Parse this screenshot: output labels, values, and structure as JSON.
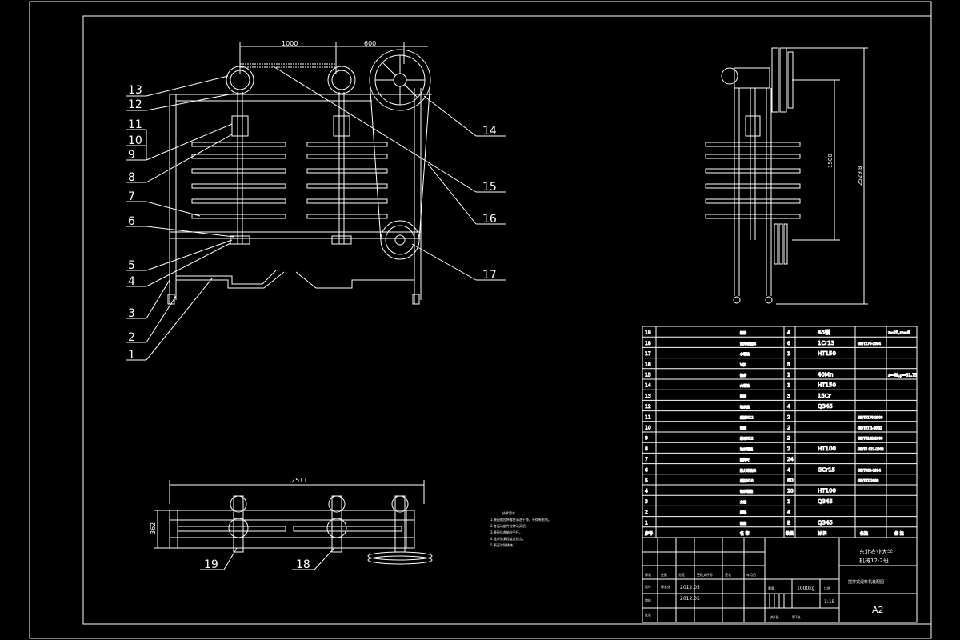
{
  "drawing": {
    "dims": {
      "top_span_a": "1000",
      "top_span_b": "600",
      "side_height_a": "1500",
      "side_height_b": "2529.8",
      "plan_width": "2511",
      "plan_height": "362"
    },
    "callouts_main": [
      "13",
      "12",
      "11",
      "10",
      "9",
      "8",
      "7",
      "6",
      "5",
      "4",
      "3",
      "2",
      "1",
      "14",
      "15",
      "16",
      "17"
    ],
    "callouts_plan": [
      "19",
      "18"
    ],
    "notes": {
      "heading": "技术要求",
      "lines": [
        "1.装配前应将零件清洗干净，不得有毛刺。",
        "2.各运动部件应转动灵活。",
        "3.装配后各轴应平行。",
        "4.链条张紧程度应适当。",
        "5.表面涂防锈漆。"
      ]
    }
  },
  "bom": {
    "rows": [
      {
        "no": "19",
        "name": "链轮",
        "qty": "4",
        "material": "45钢",
        "note_a": "",
        "note_b": "z=25,m=6"
      },
      {
        "no": "18",
        "name": "深沟球轴承",
        "qty": "6",
        "material": "1Cr13",
        "note_a": "GB/T276-1994",
        "note_b": ""
      },
      {
        "no": "17",
        "name": "小带轮",
        "qty": "1",
        "material": "HT150",
        "note_a": "",
        "note_b": ""
      },
      {
        "no": "16",
        "name": "V带",
        "qty": "5",
        "material": "",
        "note_a": "",
        "note_b": ""
      },
      {
        "no": "15",
        "name": "链条",
        "qty": "1",
        "material": "40Mn",
        "note_a": "",
        "note_b": "z=49,p=31.75"
      },
      {
        "no": "14",
        "name": "大带轮",
        "qty": "1",
        "material": "HT150",
        "note_a": "",
        "note_b": ""
      },
      {
        "no": "13",
        "name": "链轮",
        "qty": "3",
        "material": "15Cr",
        "note_a": "",
        "note_b": ""
      },
      {
        "no": "12",
        "name": "轴承座",
        "qty": "4",
        "material": "Q345",
        "note_a": "",
        "note_b": ""
      },
      {
        "no": "11",
        "name": "螺栓M12",
        "qty": "2",
        "material": "",
        "note_a": "GB/T5170-2000",
        "note_b": ""
      },
      {
        "no": "10",
        "name": "垫圈",
        "qty": "2",
        "material": "",
        "note_a": "GB/T97.1-2002",
        "note_b": ""
      },
      {
        "no": "9",
        "name": "螺母M12",
        "qty": "2",
        "material": "",
        "note_a": "GB/T6182-2000",
        "note_b": ""
      },
      {
        "no": "8",
        "name": "轴承端盖",
        "qty": "2",
        "material": "HT100",
        "note_a": "GB/T5 822-2002",
        "note_b": ""
      },
      {
        "no": "7",
        "name": "搅拌叶",
        "qty": "24",
        "material": "",
        "note_a": "",
        "note_b": ""
      },
      {
        "no": "6",
        "name": "推力球轴承",
        "qty": "4",
        "material": "GCr15",
        "note_a": "GB/T882-1994",
        "note_b": ""
      },
      {
        "no": "5",
        "name": "螺钉M10",
        "qty": "60",
        "material": "",
        "note_a": "GB/T67-2000",
        "note_b": ""
      },
      {
        "no": "4",
        "name": "轴承端盖",
        "qty": "10",
        "material": "HT100",
        "note_a": "",
        "note_b": ""
      },
      {
        "no": "3",
        "name": "立轴",
        "qty": "1",
        "material": "Q345",
        "note_a": "",
        "note_b": ""
      },
      {
        "no": "2",
        "name": "横梁",
        "qty": "4",
        "material": "",
        "note_a": "",
        "note_b": ""
      },
      {
        "no": "1",
        "name": "机架",
        "qty": "E",
        "material": "Q345",
        "note_a": "",
        "note_b": ""
      }
    ],
    "header": {
      "no": "序号",
      "name": "名 称",
      "qty": "数量",
      "material": "材 料",
      "note_a": "备注",
      "note_b": "备 注"
    }
  },
  "title_block": {
    "school": "东北农业大学",
    "class": "机械12-2班",
    "drawing_title": "搅拌式混料机装配图",
    "date1": "2012.05",
    "date2": "2012.05",
    "designer_label": "设计",
    "checker_label": "审核",
    "standard_label": "标准化",
    "approve_label": "批准",
    "weight": "1000kg",
    "scale": "1:15",
    "sheet_size": "A2",
    "sheet_info_a": "共1张",
    "sheet_info_b": "第1张",
    "mark_label": "标记",
    "count_label": "处数",
    "partition_label": "分区",
    "change_label": "更改文件号",
    "sign_label": "签名",
    "ymd_label": "年月日",
    "weight_label": "重量",
    "scale_label": "比例"
  }
}
